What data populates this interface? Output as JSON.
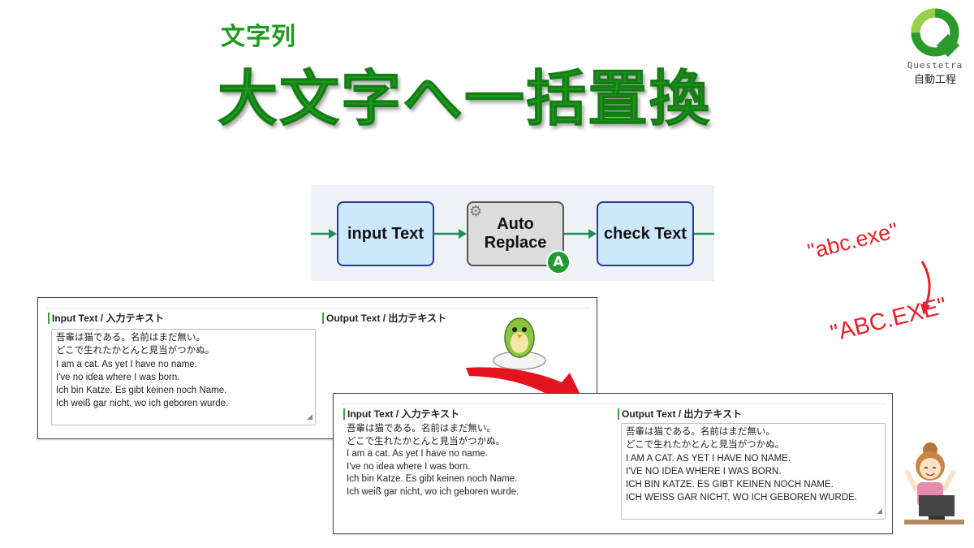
{
  "header": {
    "category": "文字列",
    "title": "大文字へ一括置換"
  },
  "logo": {
    "name": "Questetra",
    "tagline": "自動工程"
  },
  "flow": {
    "steps": [
      "input Text",
      "Auto\nReplace",
      "check Text"
    ],
    "badge": "A"
  },
  "annotation": {
    "before": "\"abc.exe\"",
    "after": "\"ABC.EXE\""
  },
  "panel_before": {
    "input_label": "Input Text / 入力テキスト",
    "output_label": "Output Text / 出力テキスト",
    "input_lines": [
      "吾輩は猫である。名前はまだ無い。",
      "どこで生れたかとんと見当がつかぬ。",
      "I am a cat. As yet I have no name.",
      "I've no idea where I was born.",
      "Ich bin Katze. Es gibt keinen noch Name.",
      "Ich weiß gar nicht, wo ich geboren wurde."
    ]
  },
  "panel_after": {
    "input_label": "Input Text / 入力テキスト",
    "output_label": "Output Text / 出力テキスト",
    "input_lines": [
      "吾輩は猫である。名前はまだ無い。",
      "どこで生れたかとんと見当がつかぬ。",
      "I am a cat. As yet I have no name.",
      "I've no idea where I was born.",
      "Ich bin Katze. Es gibt keinen noch Name.",
      "Ich weiß gar nicht, wo ich geboren wurde."
    ],
    "output_lines": [
      "吾輩は猫である。名前はまだ無い。",
      "どこで生れたかとんと見当がつかぬ。",
      "I AM A CAT. AS YET I HAVE NO NAME.",
      "I'VE NO IDEA WHERE I WAS BORN.",
      "ICH BIN KATZE. ES GIBT KEINEN NOCH NAME.",
      "ICH WEISS GAR NICHT, WO ICH GEBOREN WURDE."
    ]
  },
  "colors": {
    "title_green": "#1c9a1c",
    "flow_blue": "#cde8fb",
    "accent_red": "#e8202a"
  }
}
